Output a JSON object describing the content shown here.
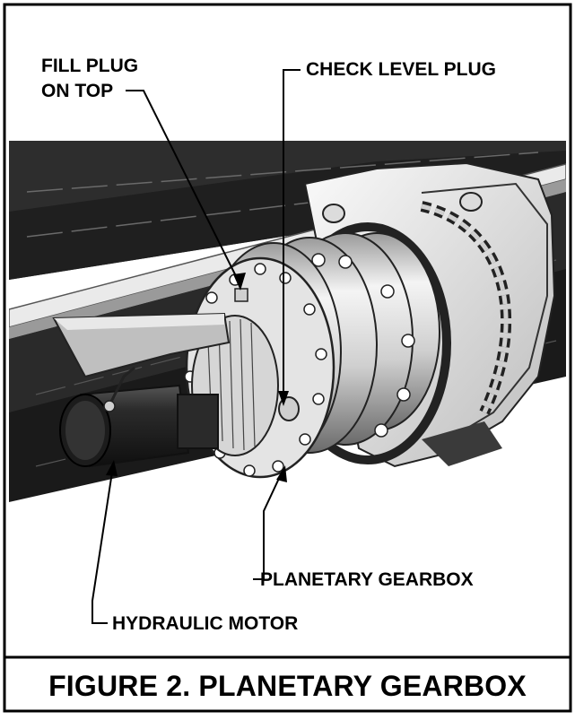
{
  "figure": {
    "caption": "FIGURE 2. PLANETARY GEARBOX"
  },
  "labels": {
    "fill_plug_line1": "FILL PLUG",
    "fill_plug_line2": "ON TOP",
    "check_level_plug": "CHECK LEVEL PLUG",
    "planetary_gearbox": "PLANETARY GEARBOX",
    "hydraulic_motor": "HYDRAULIC MOTOR"
  },
  "colors": {
    "border": "#000000",
    "shadow_band": "#2a2a2a",
    "rail_light": "#e6e6e6",
    "metal_light": "#f2f2f2",
    "metal_mid": "#bdbdbd",
    "metal_dark": "#5a5a5a",
    "motor_dark": "#262626"
  }
}
